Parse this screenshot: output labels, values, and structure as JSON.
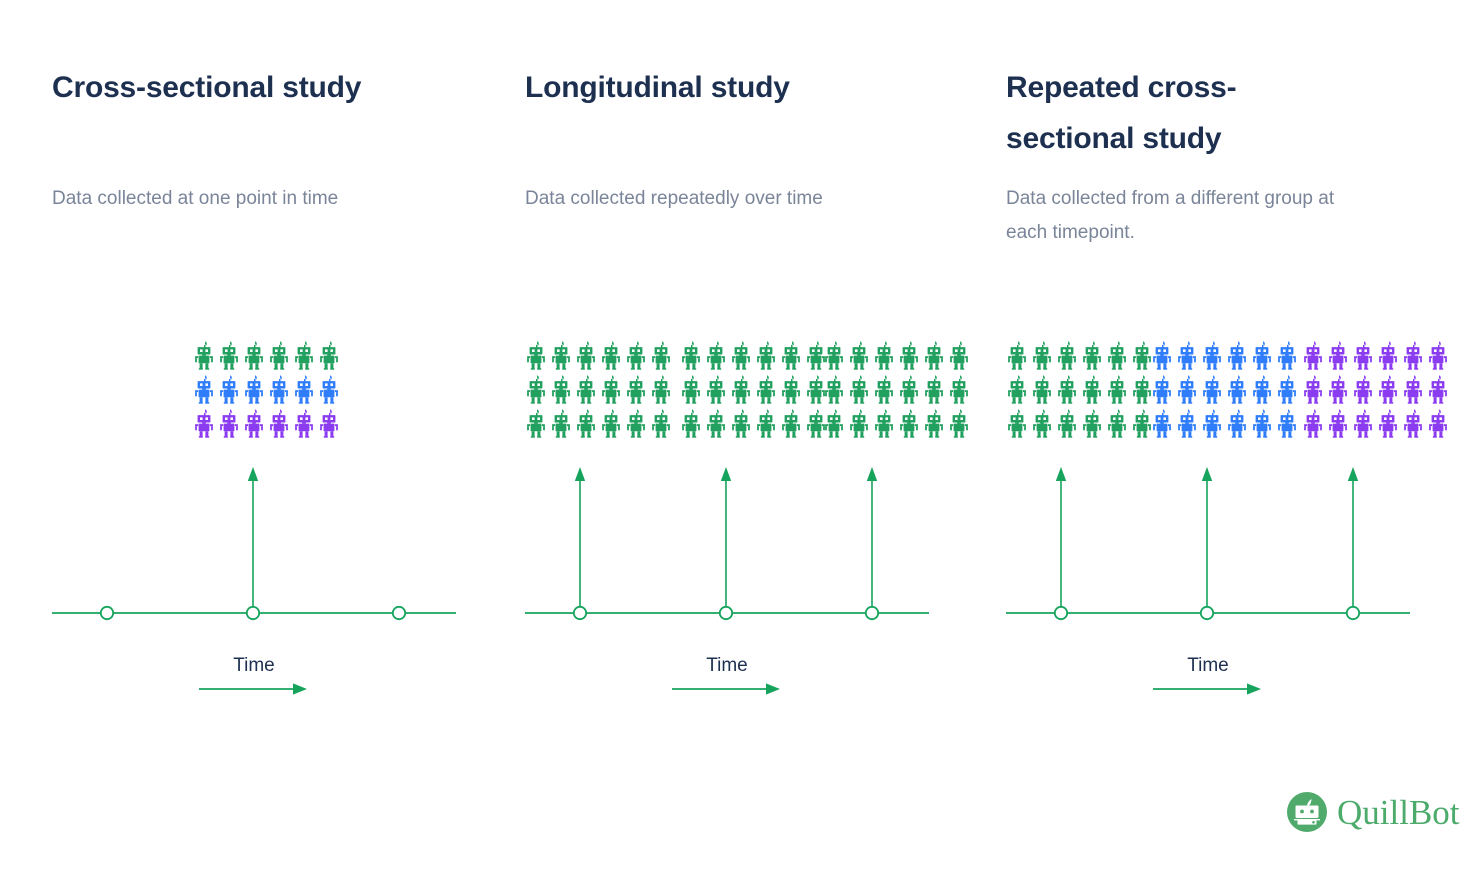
{
  "page": {
    "background": "#ffffff",
    "logo": {
      "text": "QuillBot",
      "mark_color": "#4faa6b",
      "text_color": "#4caa6b"
    }
  },
  "palette": {
    "heading": "#1d3050",
    "subtext": "#7a8599",
    "green": "#22a05f",
    "blue": "#2f7dfb",
    "purple": "#8b3cf0",
    "axis": "#16a45d"
  },
  "columns": [
    {
      "id": "cross-sectional",
      "heading": "Cross-sectional study",
      "subtitle": "Data collected at one point in time",
      "time_label": "Time",
      "timeline": {
        "ticks": 3,
        "arrow_at": [
          1
        ]
      },
      "groups": [
        {
          "at_tick": 1,
          "rows": 3,
          "cols": 6,
          "row_colors": [
            "#22a05f",
            "#2f7dfb",
            "#8b3cf0"
          ]
        }
      ]
    },
    {
      "id": "longitudinal",
      "heading": "Longitudinal study",
      "subtitle": "Data collected repeatedly over time",
      "time_label": "Time",
      "timeline": {
        "ticks": 3,
        "arrow_at": [
          0,
          1,
          2
        ]
      },
      "groups": [
        {
          "at_tick": 0,
          "rows": 3,
          "cols": 6,
          "row_colors": [
            "#22a05f",
            "#22a05f",
            "#22a05f"
          ]
        },
        {
          "at_tick": 1,
          "rows": 3,
          "cols": 6,
          "row_colors": [
            "#22a05f",
            "#22a05f",
            "#22a05f"
          ]
        },
        {
          "at_tick": 2,
          "rows": 3,
          "cols": 6,
          "row_colors": [
            "#22a05f",
            "#22a05f",
            "#22a05f"
          ]
        }
      ]
    },
    {
      "id": "repeated-cross-sectional",
      "heading": "Repeated cross-sectional study",
      "subtitle": "Data collected from a different group at each timepoint.",
      "time_label": "Time",
      "timeline": {
        "ticks": 3,
        "arrow_at": [
          0,
          1,
          2
        ]
      },
      "groups": [
        {
          "at_tick": 0,
          "rows": 3,
          "cols": 6,
          "row_colors": [
            "#22a05f",
            "#22a05f",
            "#22a05f"
          ]
        },
        {
          "at_tick": 1,
          "rows": 3,
          "cols": 6,
          "row_colors": [
            "#2f7dfb",
            "#2f7dfb",
            "#2f7dfb"
          ]
        },
        {
          "at_tick": 2,
          "rows": 3,
          "cols": 6,
          "row_colors": [
            "#8b3cf0",
            "#8b3cf0",
            "#8b3cf0"
          ]
        }
      ]
    }
  ],
  "chart_data": {
    "type": "diagram",
    "title": "Cross-sectional vs Longitudinal vs Repeated cross-sectional study designs",
    "icon": "robot-person",
    "panels": [
      {
        "name": "Cross-sectional study",
        "description": "Data collected at one point in time",
        "timepoints": 3,
        "sampled_timepoints": [
          2
        ],
        "groups_per_sample": 1,
        "people_per_sample": 18,
        "group_colors_per_sample": [
          [
            "green",
            "blue",
            "purple"
          ]
        ]
      },
      {
        "name": "Longitudinal study",
        "description": "Data collected repeatedly over time",
        "timepoints": 3,
        "sampled_timepoints": [
          1,
          2,
          3
        ],
        "people_per_sample": 18,
        "group_colors_per_sample": [
          [
            "green"
          ],
          [
            "green"
          ],
          [
            "green"
          ]
        ]
      },
      {
        "name": "Repeated cross-sectional study",
        "description": "Data collected from a different group at each timepoint.",
        "timepoints": 3,
        "sampled_timepoints": [
          1,
          2,
          3
        ],
        "people_per_sample": 18,
        "group_colors_per_sample": [
          [
            "green"
          ],
          [
            "blue"
          ],
          [
            "purple"
          ]
        ]
      }
    ],
    "axis_label": "Time",
    "axis_direction": "left-to-right"
  }
}
